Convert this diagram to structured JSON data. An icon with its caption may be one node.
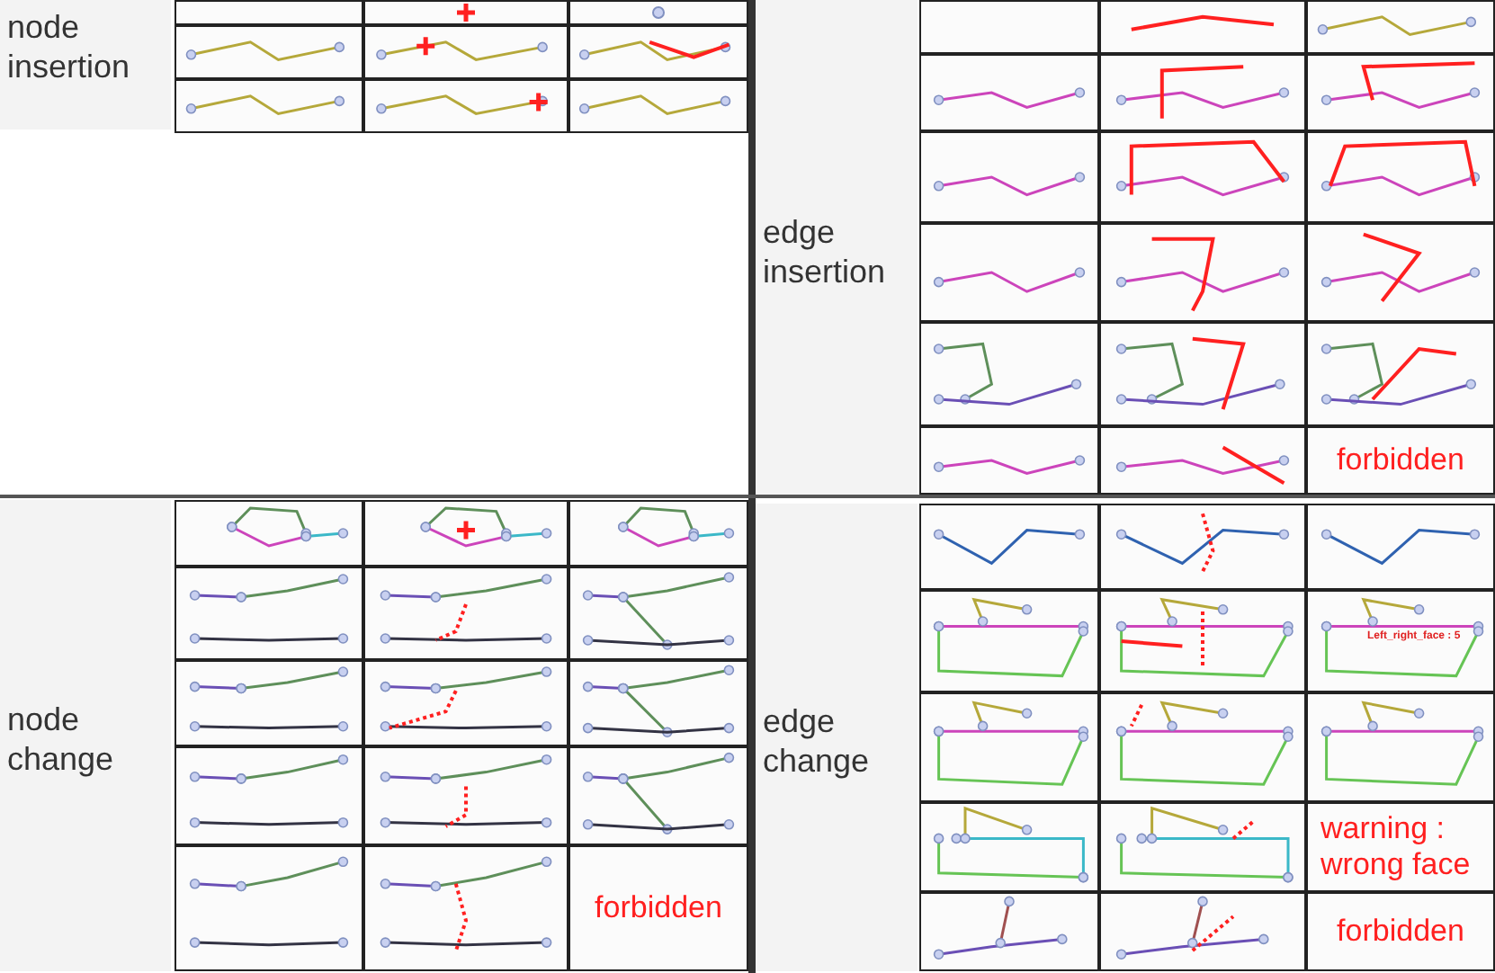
{
  "diagram": {
    "labels": [
      "node insertion",
      "edge insertion",
      "forbidden",
      "node change",
      "edge change",
      "Left_right_face : 5",
      "warning : wrong face",
      "forbidden",
      "forbidden"
    ]
  }
}
